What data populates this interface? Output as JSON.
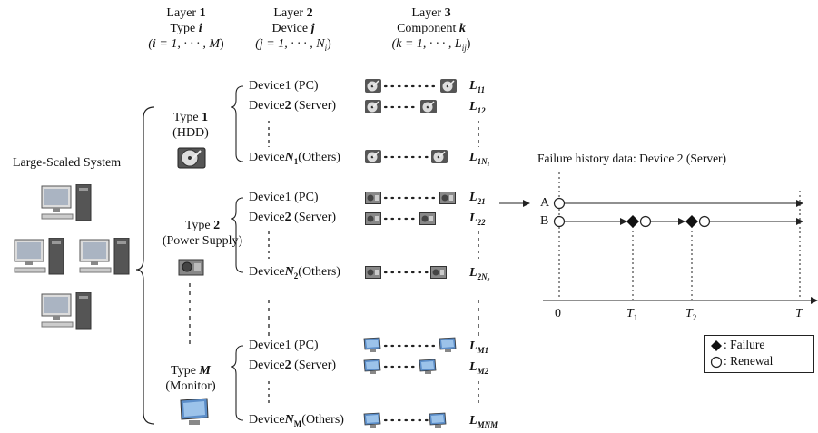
{
  "layers": [
    {
      "title_word": "Layer",
      "num": "1",
      "name_word": "Type",
      "var": "i",
      "range_open": "(i = 1, · · · , ",
      "range_var": "M",
      "range_close": ")"
    },
    {
      "title_word": "Layer",
      "num": "2",
      "name_word": "Device",
      "var": "j",
      "range_open": "(j = 1, · · · , ",
      "range_var": "N",
      "range_sub": "i",
      "range_close": ")"
    },
    {
      "title_word": "Layer",
      "num": "3",
      "name_word": "Component",
      "var": "k",
      "range_open": "(k = 1, · · · , ",
      "range_var": "L",
      "range_sub": "ij",
      "range_close": ")"
    }
  ],
  "system_label": "Large-Scaled System",
  "types": [
    {
      "word": "Type",
      "num": "1",
      "sub": "(HDD)",
      "icon": "hdd-icon",
      "devices": [
        {
          "label": "Device1 (PC)",
          "comp_label": "L",
          "comp_sub": "11"
        },
        {
          "label_pre": "Device",
          "label_num": "2",
          "label_post": " (Server)",
          "comp_label": "L",
          "comp_sub": "12"
        },
        {
          "label_pre": "Device",
          "label_var": "N",
          "label_sub": "1",
          "label_post": "(Others)",
          "comp_label": "L",
          "comp_sub": "1N₁"
        }
      ]
    },
    {
      "word": "Type",
      "num": "2",
      "sub": "(Power Supply)",
      "icon": "power-supply-icon",
      "devices": [
        {
          "label": "Device1 (PC)",
          "comp_label": "L",
          "comp_sub": "21"
        },
        {
          "label_pre": "Device",
          "label_num": "2",
          "label_post": " (Server)",
          "comp_label": "L",
          "comp_sub": "22"
        },
        {
          "label_pre": "Device",
          "label_var": "N",
          "label_sub": "2",
          "label_post": "(Others)",
          "comp_label": "L",
          "comp_sub": "2N₂"
        }
      ]
    },
    {
      "word": "Type",
      "num": "M",
      "sub": "(Monitor)",
      "icon": "monitor-icon",
      "devices": [
        {
          "label": "Device1 (PC)",
          "comp_label": "L",
          "comp_sub": "M1"
        },
        {
          "label_pre": "Device",
          "label_num": "2",
          "label_post": " (Server)",
          "comp_label": "L",
          "comp_sub": "M2"
        },
        {
          "label_pre": "Device",
          "label_var": "N",
          "label_sub": "M",
          "label_post": "(Others)",
          "comp_label": "L",
          "comp_sub": "MNM"
        }
      ]
    }
  ],
  "timeline": {
    "title": "Failure history data: Device 2 (Server)",
    "rows": [
      "A",
      "B"
    ],
    "ticks": [
      {
        "label": "0"
      },
      {
        "label": "T",
        "sub": "1"
      },
      {
        "label": "T",
        "sub": "2"
      },
      {
        "label": "T"
      }
    ]
  },
  "legend": {
    "failure": ": Failure",
    "renewal": ": Renewal"
  }
}
